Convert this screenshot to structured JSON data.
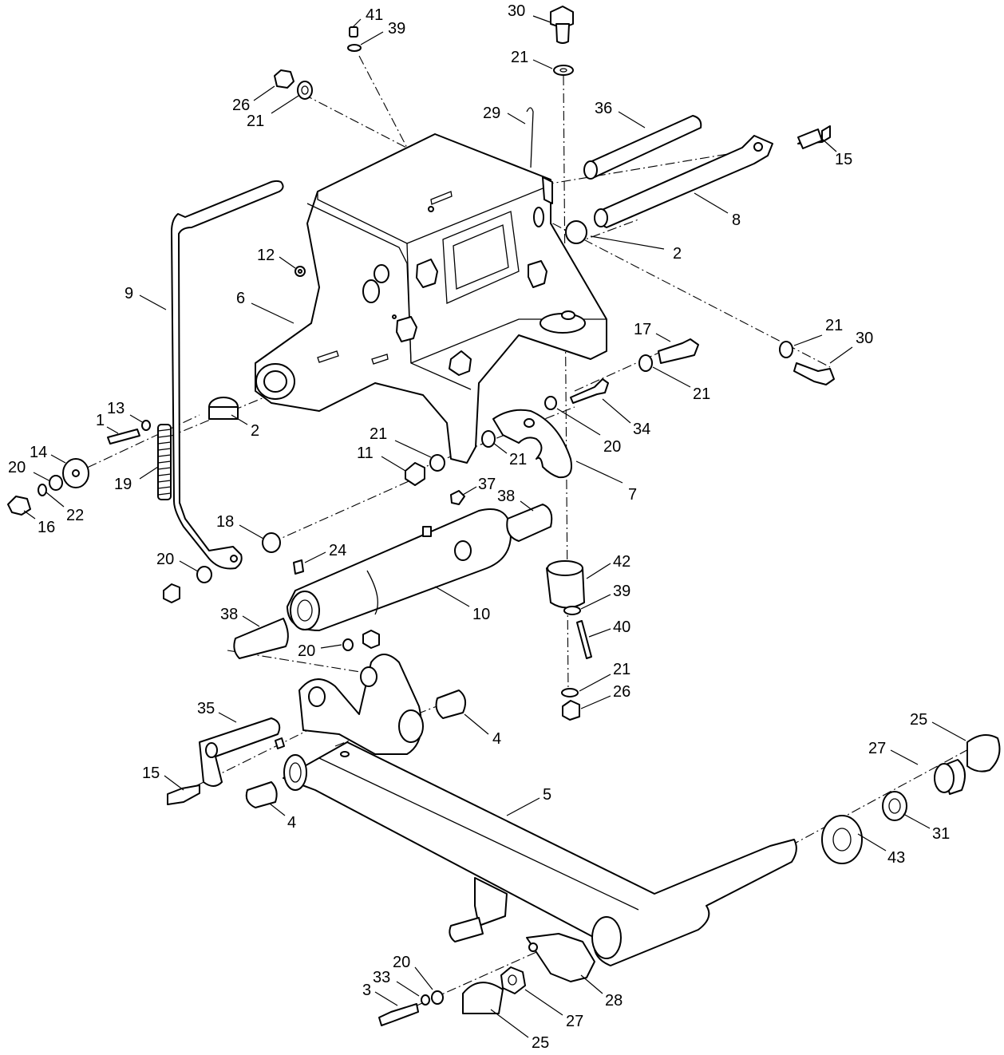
{
  "callouts": [
    {
      "id": "c41",
      "label": "41"
    },
    {
      "id": "c39a",
      "label": "39"
    },
    {
      "id": "c30a",
      "label": "30"
    },
    {
      "id": "c21a",
      "label": "21"
    },
    {
      "id": "c26a",
      "label": "26"
    },
    {
      "id": "c21b",
      "label": "21"
    },
    {
      "id": "c29",
      "label": "29"
    },
    {
      "id": "c36",
      "label": "36"
    },
    {
      "id": "c15a",
      "label": "15"
    },
    {
      "id": "c8",
      "label": "8"
    },
    {
      "id": "c2a",
      "label": "2"
    },
    {
      "id": "c12",
      "label": "12"
    },
    {
      "id": "c9",
      "label": "9"
    },
    {
      "id": "c6",
      "label": "6"
    },
    {
      "id": "c21c",
      "label": "21"
    },
    {
      "id": "c30b",
      "label": "30"
    },
    {
      "id": "c17",
      "label": "17"
    },
    {
      "id": "c21d",
      "label": "21"
    },
    {
      "id": "c34",
      "label": "34"
    },
    {
      "id": "c20a",
      "label": "20"
    },
    {
      "id": "c2b",
      "label": "2"
    },
    {
      "id": "c13",
      "label": "13"
    },
    {
      "id": "c1",
      "label": "1"
    },
    {
      "id": "c14",
      "label": "14"
    },
    {
      "id": "c20b",
      "label": "20"
    },
    {
      "id": "c22",
      "label": "22"
    },
    {
      "id": "c16",
      "label": "16"
    },
    {
      "id": "c19",
      "label": "19"
    },
    {
      "id": "c21e",
      "label": "21"
    },
    {
      "id": "c11",
      "label": "11"
    },
    {
      "id": "c21f",
      "label": "21"
    },
    {
      "id": "c7",
      "label": "7"
    },
    {
      "id": "c37",
      "label": "37"
    },
    {
      "id": "c38a",
      "label": "38"
    },
    {
      "id": "c18",
      "label": "18"
    },
    {
      "id": "c24",
      "label": "24"
    },
    {
      "id": "c42",
      "label": "42"
    },
    {
      "id": "c20c",
      "label": "20"
    },
    {
      "id": "c39b",
      "label": "39"
    },
    {
      "id": "c10",
      "label": "10"
    },
    {
      "id": "c38b",
      "label": "38"
    },
    {
      "id": "c40",
      "label": "40"
    },
    {
      "id": "c20d",
      "label": "20"
    },
    {
      "id": "c21g",
      "label": "21"
    },
    {
      "id": "c26b",
      "label": "26"
    },
    {
      "id": "c35",
      "label": "35"
    },
    {
      "id": "c4a",
      "label": "4"
    },
    {
      "id": "c25a",
      "label": "25"
    },
    {
      "id": "c27a",
      "label": "27"
    },
    {
      "id": "c15b",
      "label": "15"
    },
    {
      "id": "c5",
      "label": "5"
    },
    {
      "id": "c31",
      "label": "31"
    },
    {
      "id": "c4b",
      "label": "4"
    },
    {
      "id": "c43",
      "label": "43"
    },
    {
      "id": "c20e",
      "label": "20"
    },
    {
      "id": "c33",
      "label": "33"
    },
    {
      "id": "c3",
      "label": "3"
    },
    {
      "id": "c28",
      "label": "28"
    },
    {
      "id": "c27b",
      "label": "27"
    },
    {
      "id": "c25b",
      "label": "25"
    }
  ]
}
